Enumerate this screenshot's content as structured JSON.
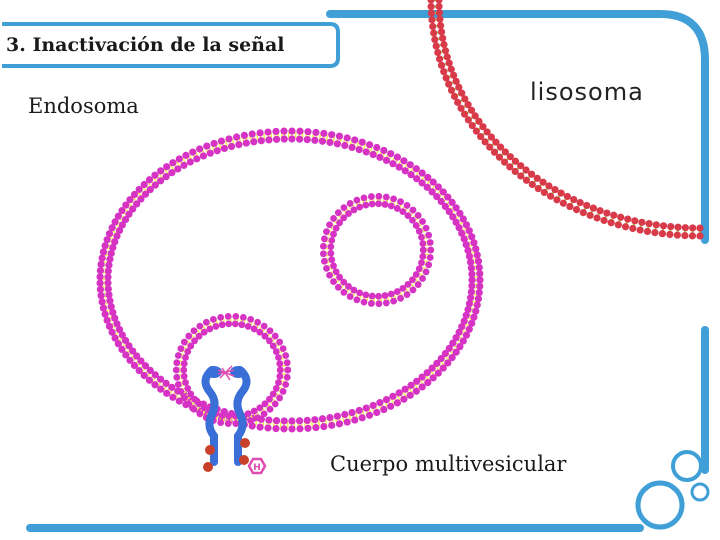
{
  "slide": {
    "title": "3. Inactivación de la señal"
  },
  "labels": {
    "endosome": "Endosoma",
    "lysosome": "lisosoma",
    "multivesicular_body": "Cuerpo multivesicular"
  },
  "colors": {
    "frame_blue": "#3f9fd6",
    "endosome_head": "#d633c4",
    "endosome_tail": "#f0ec5a",
    "lysosome_head": "#d83a4a",
    "lysosome_tail": "#8fd64a",
    "receptor_blue": "#3a6fd8",
    "ligand_red": "#c9402a",
    "ligand_pink": "#e04cb0"
  },
  "icons": [
    "receptor-icon",
    "ligand-icon",
    "hexagon-ligand-icon",
    "bubble-decoration-icon"
  ]
}
